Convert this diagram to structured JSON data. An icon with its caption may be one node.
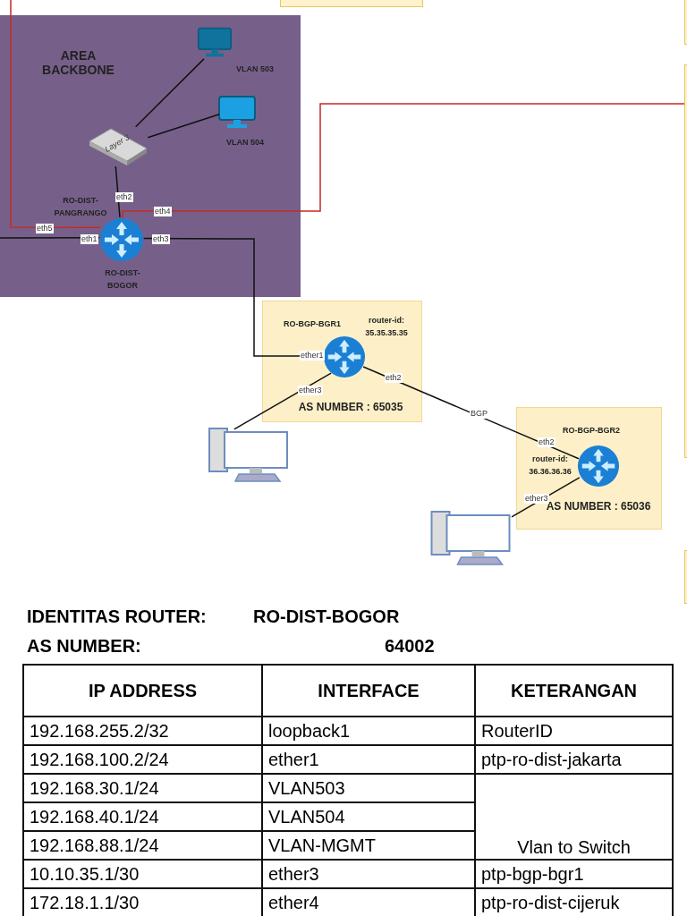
{
  "diagram": {
    "nodes": [
      {
        "text": [
          "AREA BACKBONE"
        ]
      },
      {
        "text": [
          "Layer 3"
        ],
        "in": 0
      },
      {
        "text": [
          "VLAN 503"
        ],
        "in": 0
      },
      {
        "text": [
          "VLAN 504"
        ],
        "in": 0
      },
      {
        "text": [
          "RO-DIST-BOGOR"
        ],
        "in": 0
      },
      {
        "text": [
          "RO-BGP-BGR1",
          "router-id: 35.35.35.35",
          "AS NUMBER : 65035"
        ]
      },
      {
        "text": [],
        "shape": "circle",
        "in": 5
      },
      {
        "text": [],
        "shape": "computer"
      },
      {
        "text": [
          "RO-BGP-BGR2",
          "router-id: 36.36.36.36",
          "AS NUMBER : 65036"
        ]
      },
      {
        "text": [],
        "shape": "circle",
        "in": 8
      },
      {
        "text": [],
        "shape": "computer"
      },
      {
        "text": [],
        "shape": "box"
      },
      {
        "text": [],
        "shape": "box"
      },
      {
        "text": [],
        "shape": "box"
      },
      {
        "text": [],
        "shape": "box"
      }
    ],
    "edges": [
      {
        "from": 1,
        "to": 2,
        "arrow": "none"
      },
      {
        "from": 1,
        "to": 3,
        "arrow": "none"
      },
      {
        "from": 1,
        "to": 4,
        "arrow": "none",
        "label": "eth2"
      },
      {
        "from": 4,
        "to": 11,
        "arrow": "none",
        "label": "eth4",
        "color": "#c62828"
      },
      {
        "from": 4,
        "to": null,
        "arrow": "none",
        "label": "eth5",
        "color": "#c62828"
      },
      {
        "from": 4,
        "to": null,
        "arrow": "none",
        "label": "eth1"
      },
      {
        "from": 4,
        "to": 6,
        "arrow": "none",
        "label": "eth3"
      },
      {
        "from": 6,
        "to": 7,
        "arrow": "none",
        "label": "ether3"
      },
      {
        "from": 6,
        "to": 9,
        "arrow": "none",
        "label": "BGP"
      },
      {
        "from": 9,
        "to": 10,
        "arrow": "none",
        "label": "ether3"
      }
    ],
    "labels": [
      "RO-DIST-PANGRANGO",
      "ether1",
      "eth2",
      "eth2",
      "IDENTITAS ROUTER:",
      "RO-DIST-BOGOR",
      "AS NUMBER:",
      "64002",
      "IP ADDRESS",
      "INTERFACE",
      "KETERANGAN",
      "192.168.255.2/32",
      "loopback1",
      "RouterID",
      "192.168.100.2/24",
      "ether1",
      "ptp-ro-dist-jakarta",
      "192.168.30.1/24",
      "VLAN503",
      "Vlan to Switch",
      "192.168.40.1/24",
      "VLAN504",
      "192.168.88.1/24",
      "VLAN-MGMT",
      "10.10.35.1/30",
      "ether3",
      "ptp-bgp-bgr1",
      "172.18.1.1/30",
      "ether4",
      "ptp-ro-dist-cijeruk"
    ]
  }
}
